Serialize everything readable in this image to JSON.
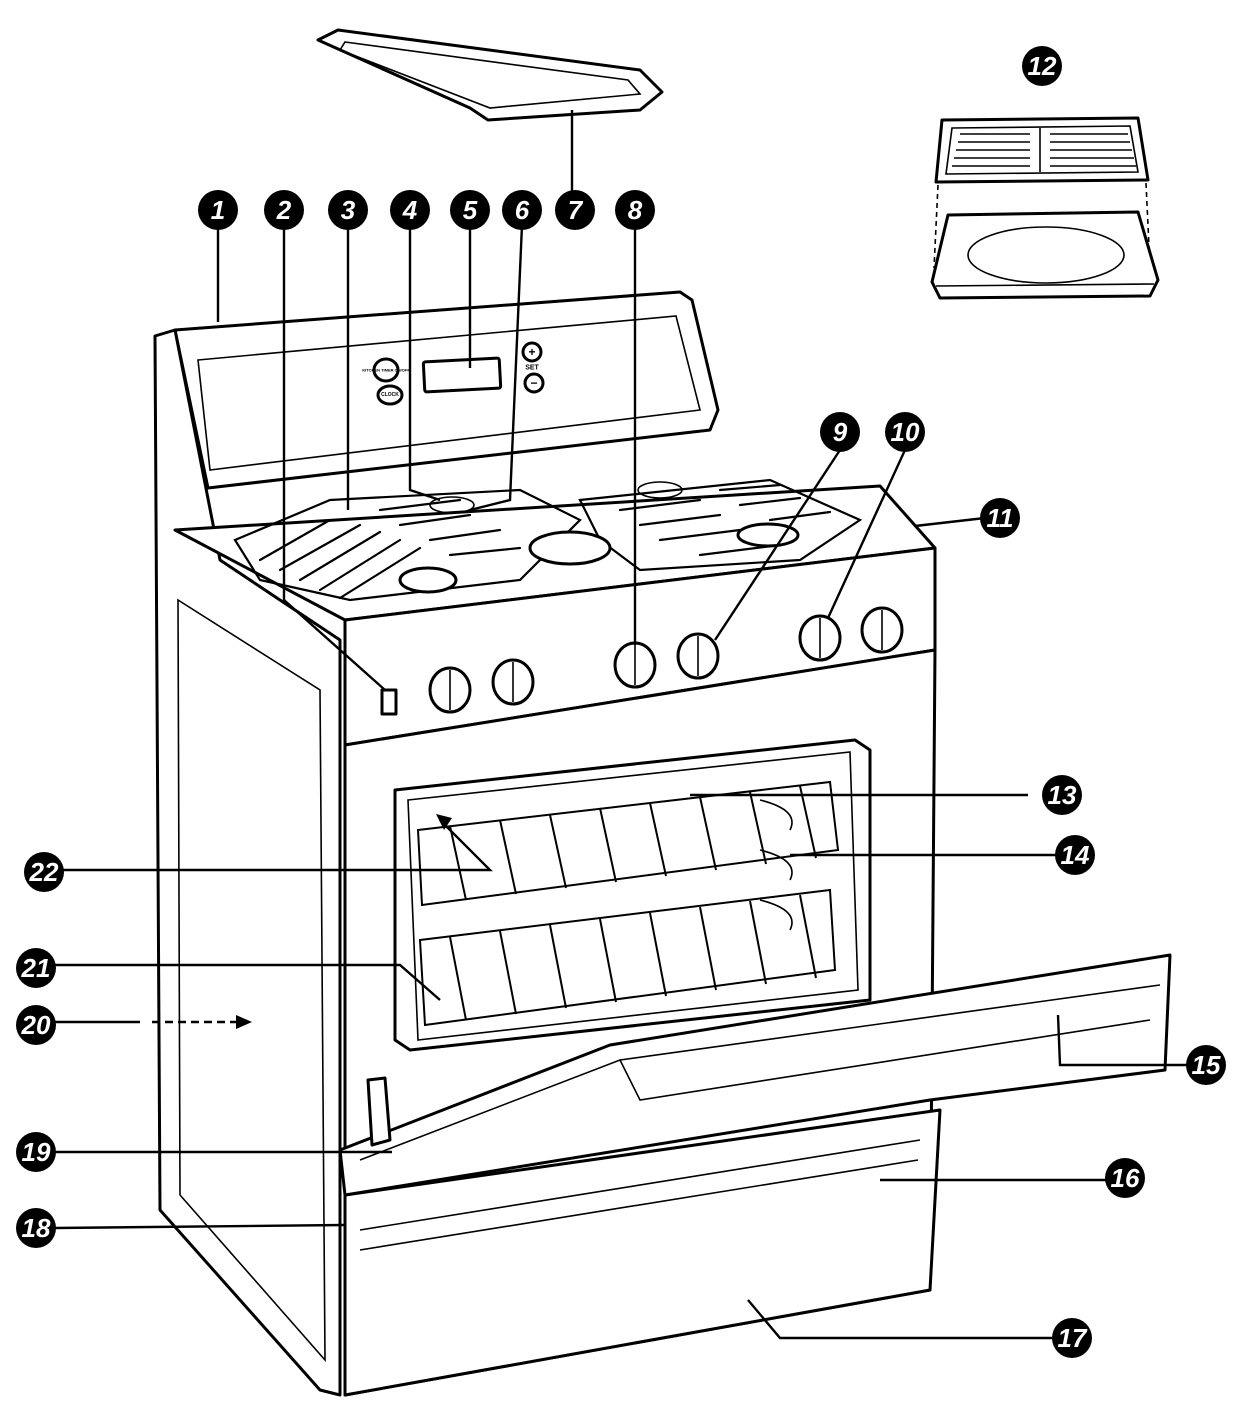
{
  "callouts": [
    "1",
    "2",
    "3",
    "4",
    "5",
    "6",
    "7",
    "8",
    "9",
    "10",
    "11",
    "12",
    "13",
    "14",
    "15",
    "16",
    "17",
    "18",
    "19",
    "20",
    "21",
    "22"
  ],
  "panel_labels": {
    "kitchen_timer": "KITCHEN TIMER ON/OFF",
    "clock": "CLOCK",
    "set": "SET",
    "plus": "+",
    "minus": "−"
  },
  "colors": {
    "ink": "#000000",
    "paper": "#ffffff"
  }
}
